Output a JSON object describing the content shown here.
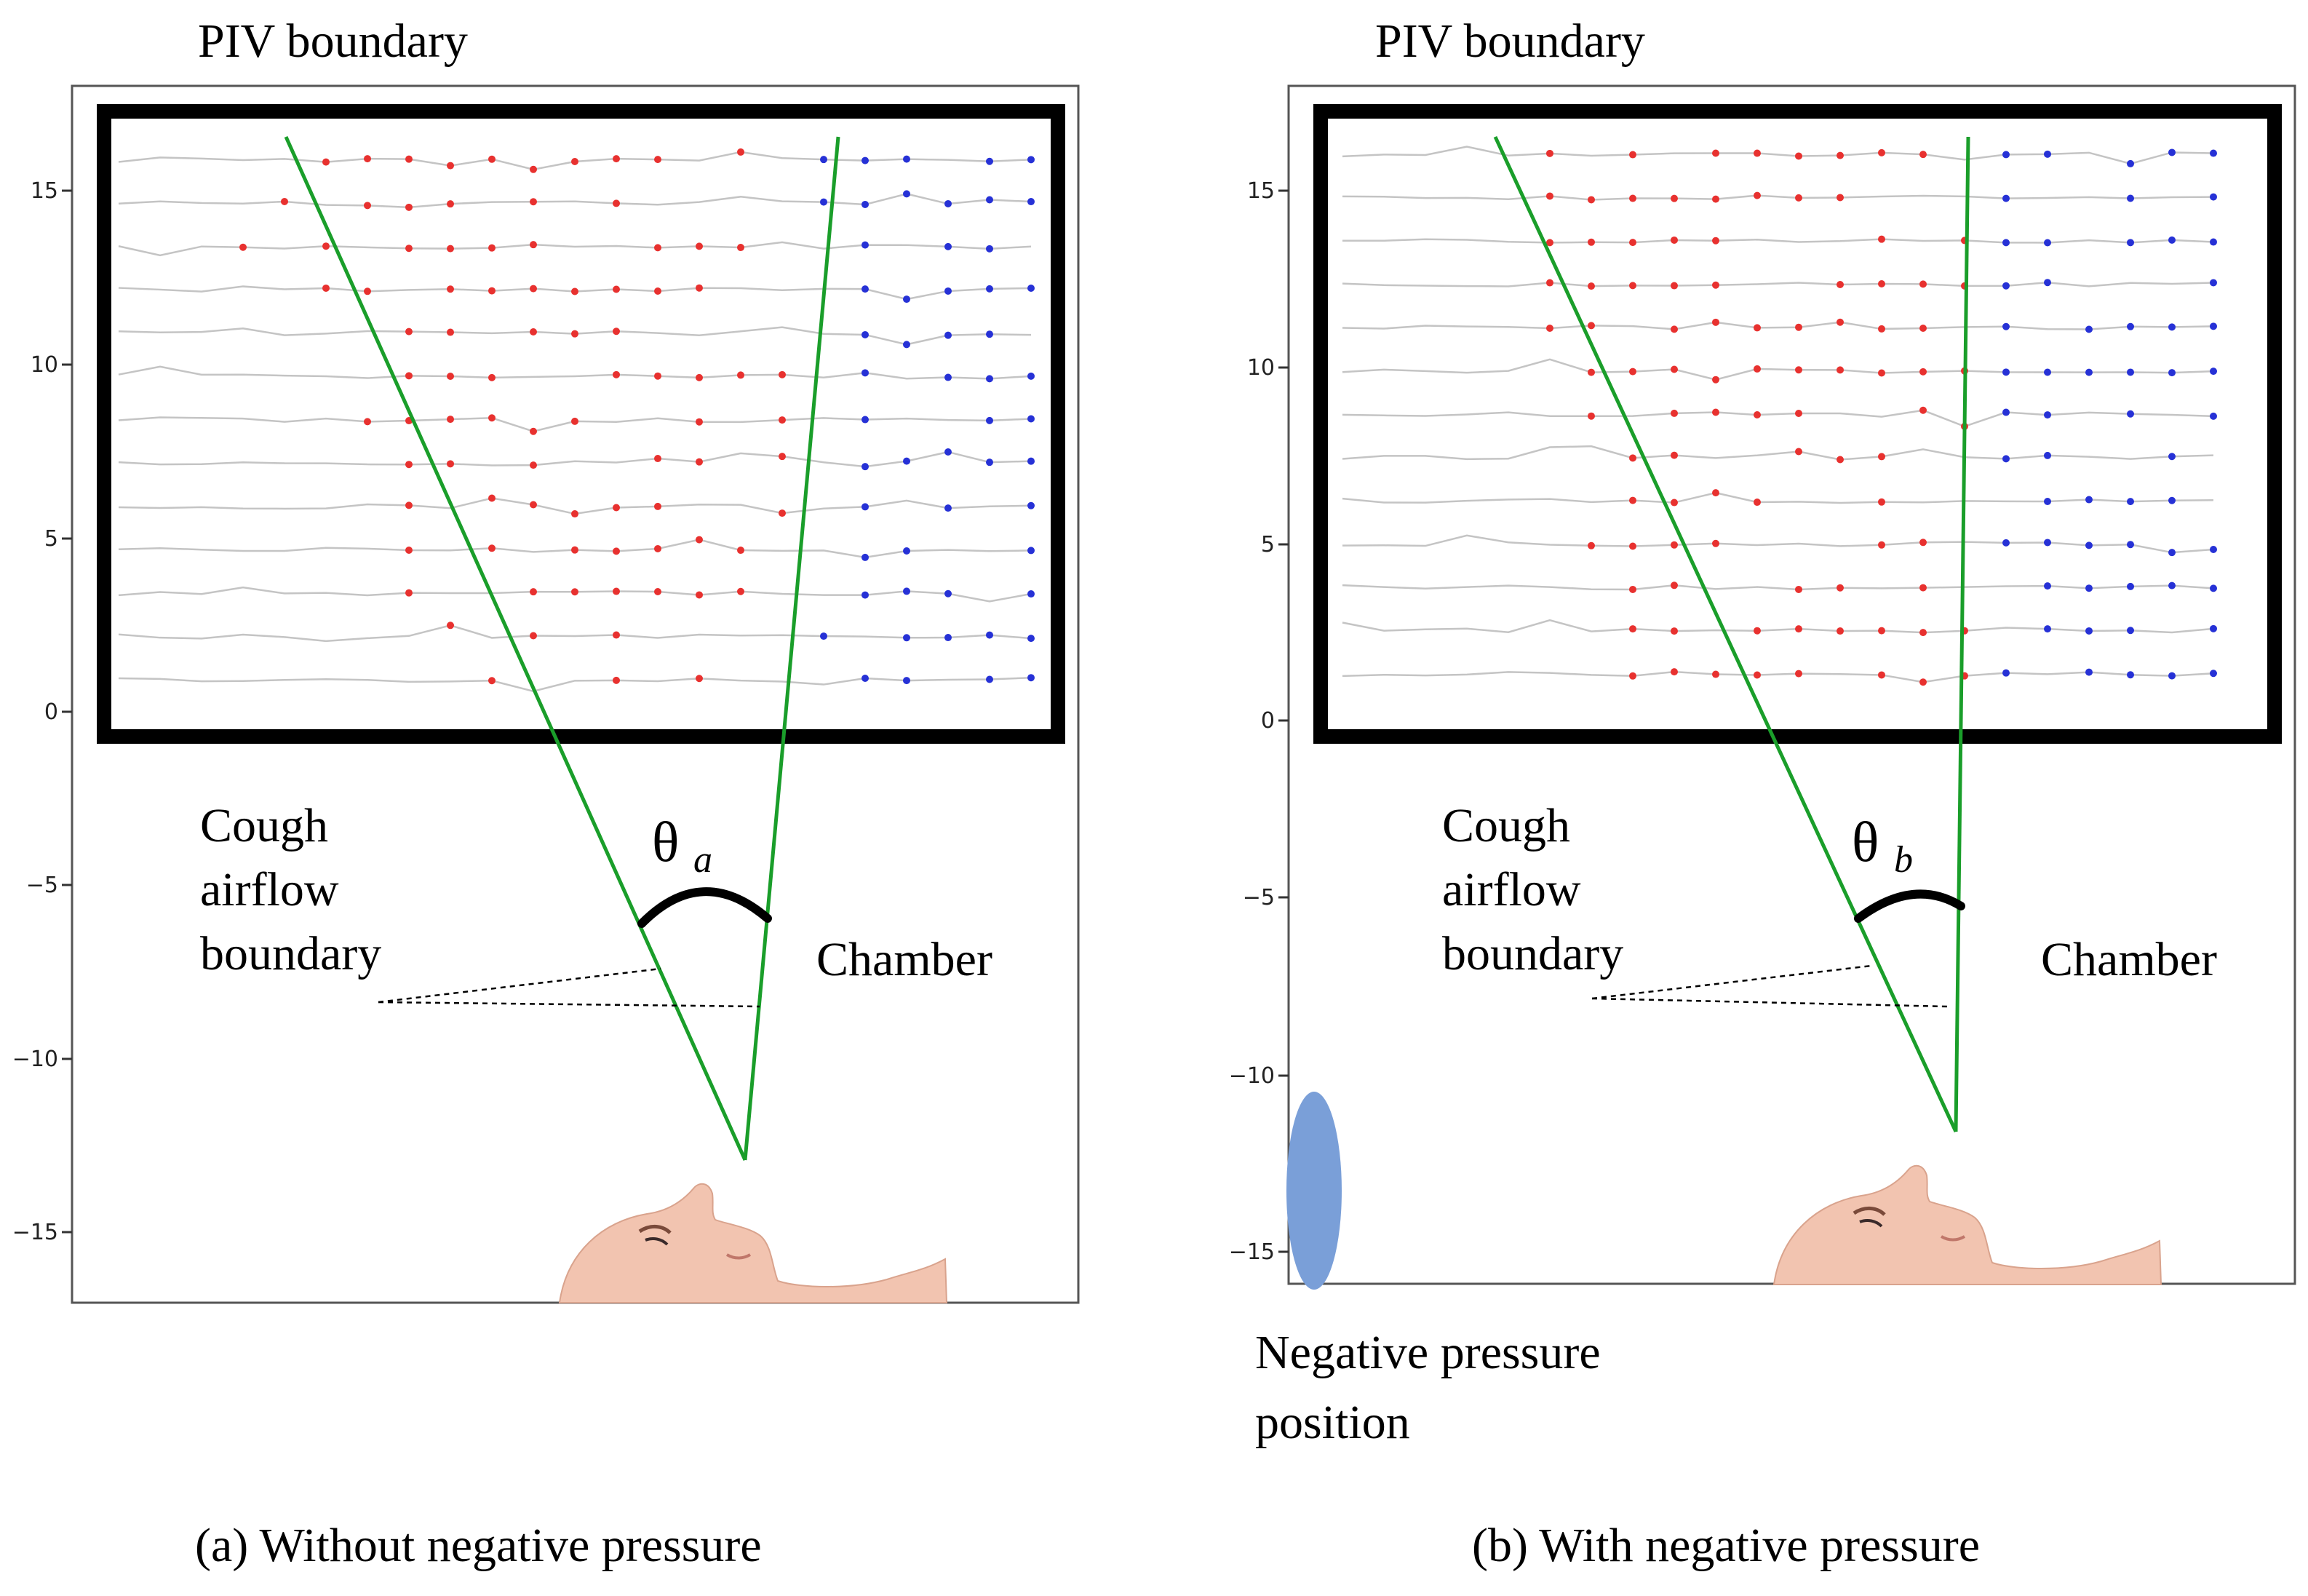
{
  "panels": [
    {
      "id": "a",
      "piv_label": "PIV boundary",
      "cough_label_lines": [
        "Cough",
        "airflow",
        "boundary"
      ],
      "chamber_label": "Chamber",
      "angle_symbol": "θ",
      "angle_subscript": "a",
      "caption": "(a) Without negative pressure",
      "y_ticks": [
        "15",
        "10",
        "5",
        "0",
        "−5",
        "−10",
        "−15"
      ]
    },
    {
      "id": "b",
      "piv_label": "PIV boundary",
      "cough_label_lines": [
        "Cough",
        "airflow",
        "boundary"
      ],
      "chamber_label": "Chamber",
      "angle_symbol": "θ",
      "angle_subscript": "b",
      "caption": "(b) With negative pressure",
      "negative_pressure_label_lines": [
        "Negative pressure",
        "position"
      ],
      "y_ticks": [
        "15",
        "10",
        "5",
        "0",
        "−5",
        "−10",
        "−15"
      ]
    }
  ],
  "colors": {
    "boundary_line": "#1a9e2a",
    "dot_red": "#e8312f",
    "dot_blue": "#2631d6",
    "streamline": "#c4c4c4",
    "negative_pressure_ellipse": "#7a9fd8",
    "skin": "#f2c4b0"
  }
}
